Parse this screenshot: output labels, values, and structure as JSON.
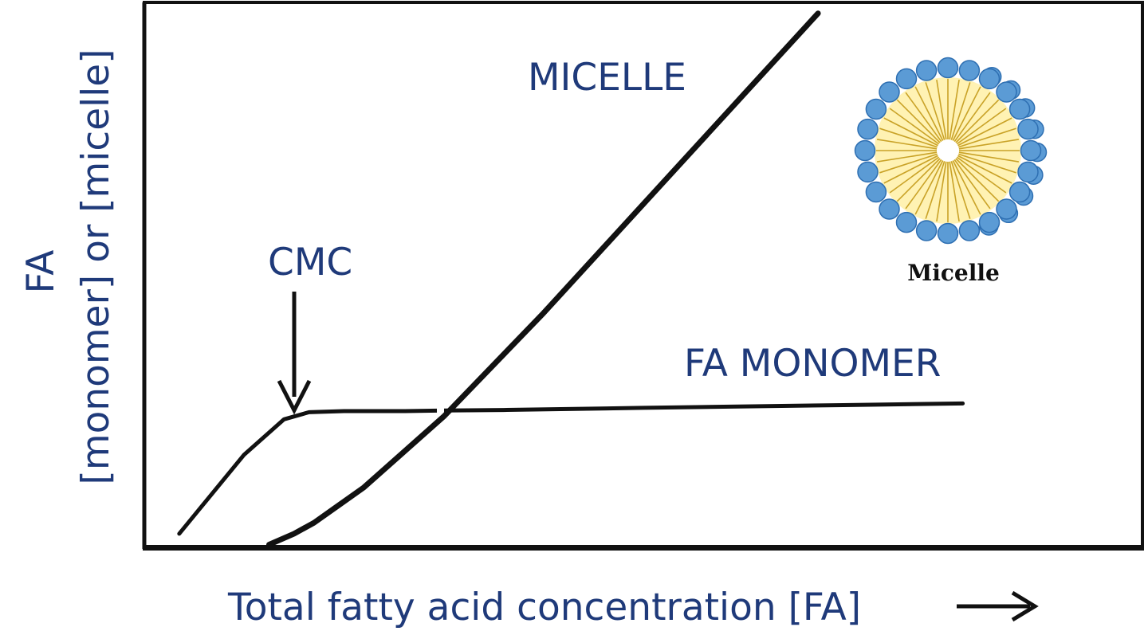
{
  "chart_data": {
    "type": "line",
    "xlabel": "Total fatty acid concentration [FA]",
    "ylabel_line1": "FA",
    "ylabel_line2": "[monomer] or [micelle]",
    "xlim": [
      0,
      100
    ],
    "ylim": [
      0,
      100
    ],
    "grid": false,
    "legend": "none",
    "series": [
      {
        "name": "FA MONOMER",
        "x": [
          3.5,
          10,
          14,
          16.5,
          20,
          26,
          30,
          36,
          50,
          70,
          82
        ],
        "y": [
          2.5,
          17,
          23.5,
          24.8,
          25,
          25,
          25.1,
          25.2,
          25.6,
          26.1,
          26.4
        ]
      },
      {
        "name": "MICELLE",
        "x": [
          12.5,
          15,
          17,
          22,
          30,
          40,
          50,
          60,
          67.5
        ],
        "y": [
          0.5,
          2.5,
          4.5,
          11,
          24,
          43,
          63,
          83,
          98
        ]
      }
    ],
    "annotations": {
      "cmc": "CMC",
      "micelle_label": "MICELLE",
      "monomer_label": "FA MONOMER",
      "illustration_caption": "Micelle"
    },
    "colors": {
      "label_blue": "#1f3a7a",
      "line_black": "#111111",
      "head_blue": "#5b9bd5",
      "head_blue_dark": "#2e6fb2",
      "tail_yellow": "#fff2b3",
      "tail_stroke": "#c9a227"
    }
  }
}
